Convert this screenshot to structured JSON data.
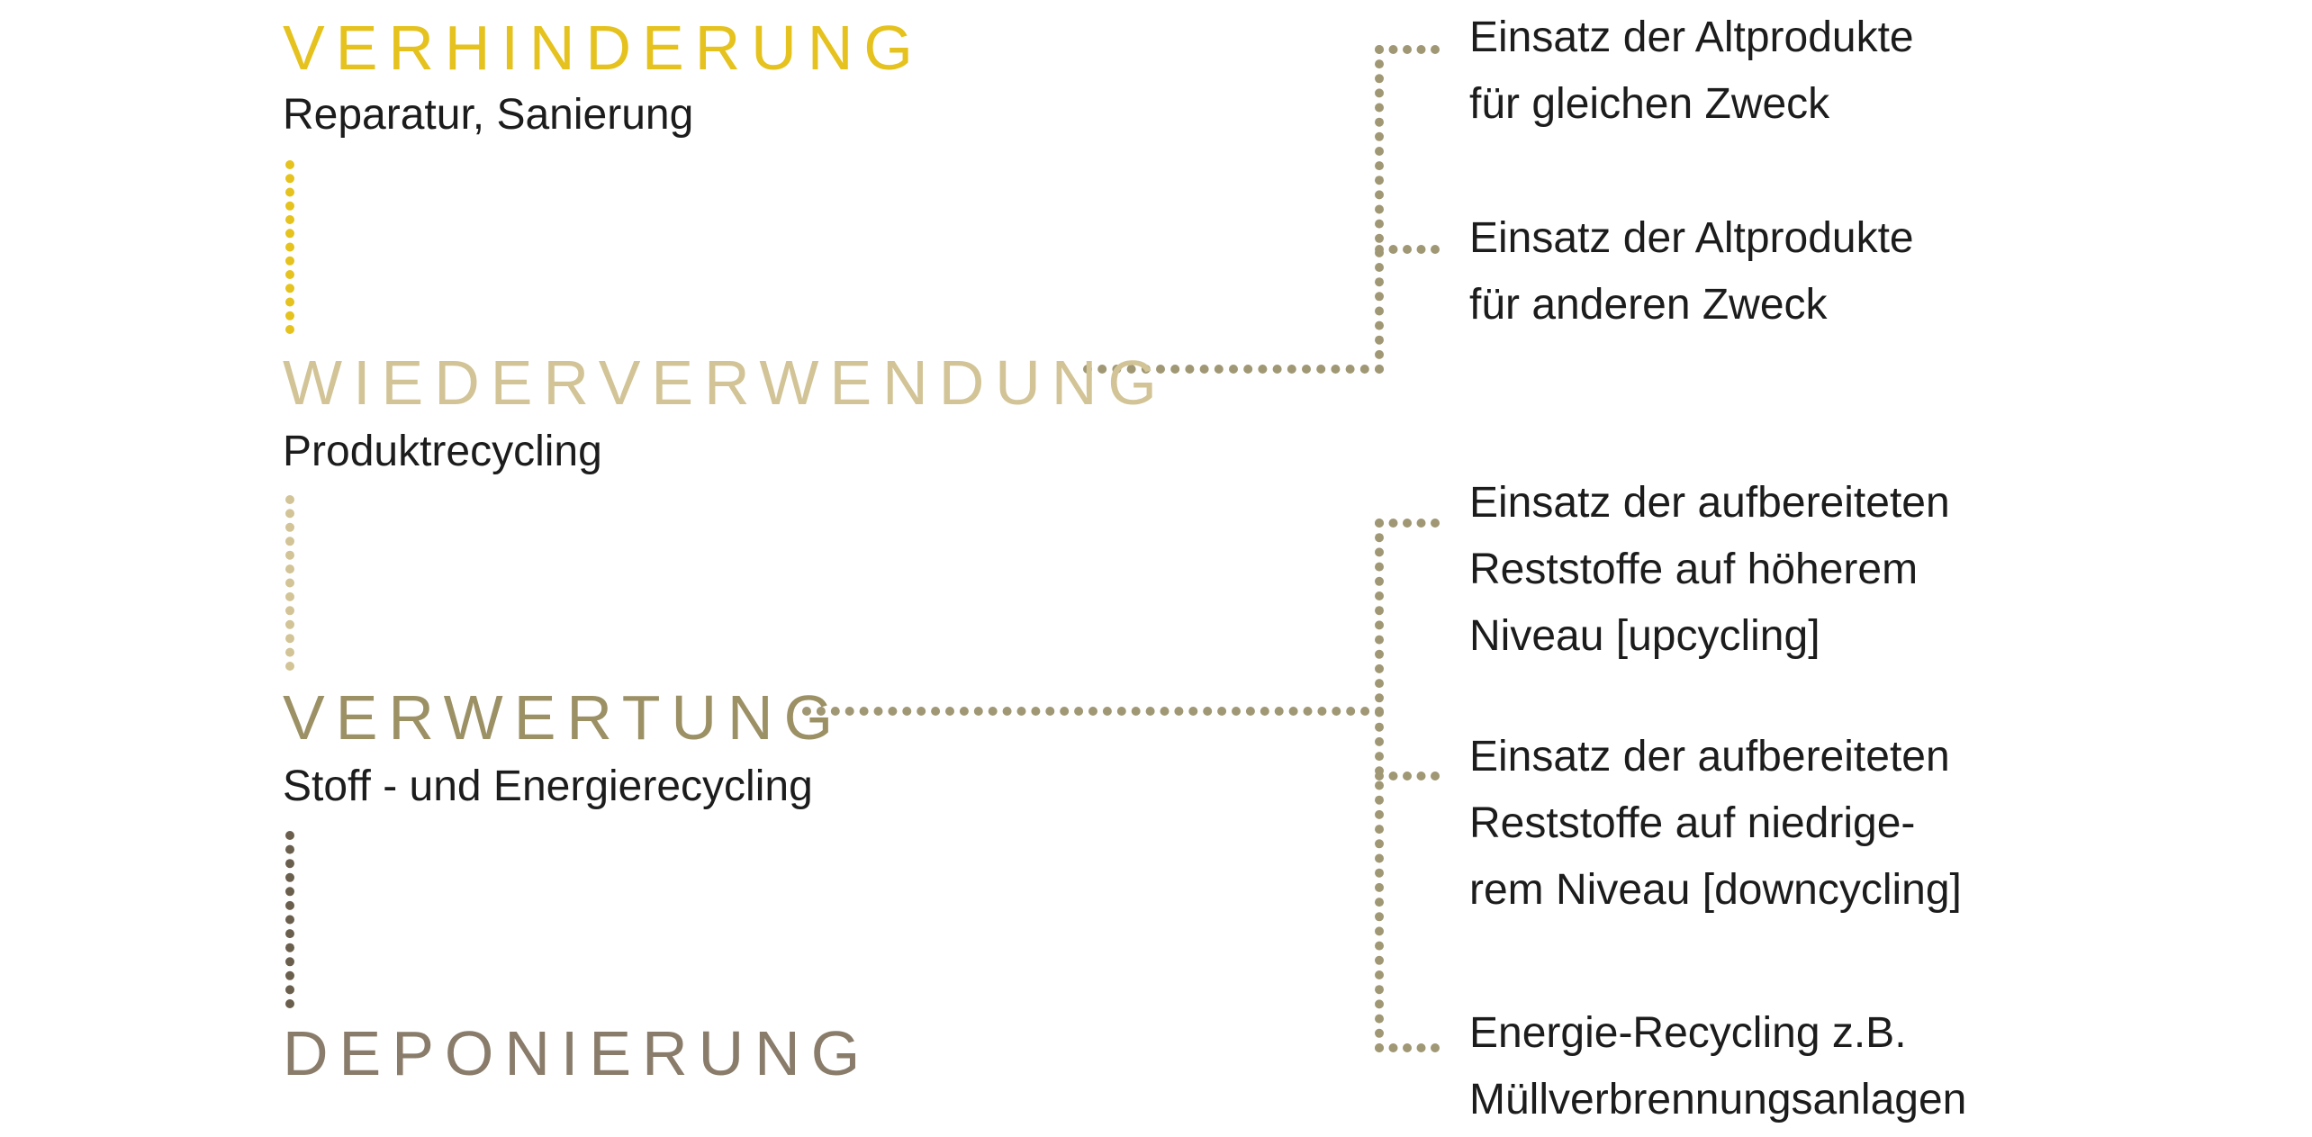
{
  "colors": {
    "verhinderung": "#e5c21d",
    "wiederverwendung": "#d2c496",
    "verwertung": "#9c9065",
    "deponierung": "#8a7c6a",
    "connector": "#a09774",
    "text": "#1c1c1c"
  },
  "stages": [
    {
      "title": "VERHINDERUNG",
      "subtitle": "Reparatur, Sanierung"
    },
    {
      "title": "WIEDERVERWENDUNG",
      "subtitle": "Produktrecycling"
    },
    {
      "title": "VERWERTUNG",
      "subtitle": "Stoff - und Energierecycling"
    },
    {
      "title": "DEPONIERUNG",
      "subtitle": ""
    }
  ],
  "outcomes": [
    {
      "lines": [
        "Einsatz der Altprodukte",
        "für gleichen Zweck"
      ]
    },
    {
      "lines": [
        "Einsatz der Altprodukte",
        "für anderen Zweck"
      ]
    },
    {
      "lines": [
        "Einsatz der aufbereiteten",
        "Reststoffe auf höherem",
        "Niveau [upcycling]"
      ]
    },
    {
      "lines": [
        "Einsatz der aufbereiteten",
        "Reststoffe auf niedrige-",
        "rem Niveau [downcycling]"
      ]
    },
    {
      "lines": [
        "Energie-Recycling z.B.",
        "Müllverbrennungsanlagen"
      ]
    }
  ]
}
